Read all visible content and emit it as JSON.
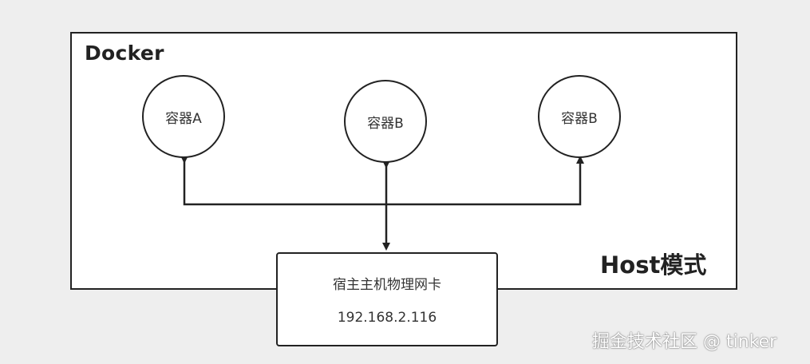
{
  "docker": {
    "label": "Docker"
  },
  "mode": {
    "label": "Host模式"
  },
  "containers": [
    {
      "label": "容器A"
    },
    {
      "label": "容器B"
    },
    {
      "label": "容器B"
    }
  ],
  "host_nic": {
    "title": "宿主主机物理网卡",
    "ip": "192.168.2.116"
  },
  "watermark": {
    "text": "掘金技术社区 @ tinker"
  },
  "colors": {
    "background": "#eeeeee",
    "box_fill": "#ffffff",
    "stroke": "#222222",
    "text": "#333333"
  }
}
